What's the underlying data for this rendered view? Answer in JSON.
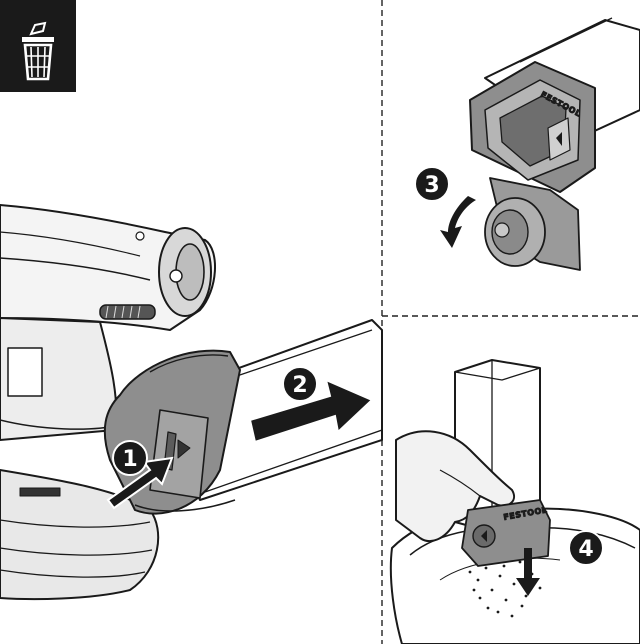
{
  "trash_icon": {
    "icon": "trash-bin-icon",
    "background": "#1a1a1a",
    "foreground": "#ffffff"
  },
  "steps": [
    {
      "number": "1"
    },
    {
      "number": "2"
    },
    {
      "number": "3"
    },
    {
      "number": "4"
    }
  ],
  "brand": {
    "cartridge_top": "FESTOOL",
    "cartridge_side": "FESTOOL"
  },
  "colors": {
    "line": "#1a1a1a",
    "tool_gray": "#e6e6e6",
    "clip_gray": "#8e8e8e",
    "clip_dark": "#5c5c5c",
    "badge": "#1a1a1a"
  }
}
